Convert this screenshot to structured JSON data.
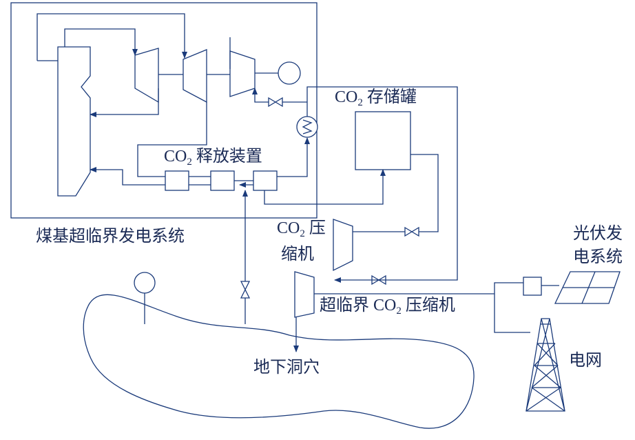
{
  "labels": {
    "co2_storage_tank": {
      "prefix": "CO",
      "sub": "2",
      "suffix": " 存储罐"
    },
    "co2_release_device": {
      "prefix": "CO",
      "sub": "2",
      "suffix": " 释放装置"
    },
    "coal_power_system": "煤基超临界发电系统",
    "co2_compressor_line1": {
      "prefix": "CO",
      "sub": "2",
      "suffix": " 压"
    },
    "co2_compressor_line2": "缩机",
    "supercritical_compressor": {
      "before": "超临界 CO",
      "sub": "2",
      "after": " 压缩机"
    },
    "pv_line1": "光伏发",
    "pv_line2": "电系统",
    "grid": "电网",
    "underground_cave": "地下洞穴"
  },
  "colors": {
    "stroke": "#1a3a7a",
    "text": "#1a2a55"
  }
}
